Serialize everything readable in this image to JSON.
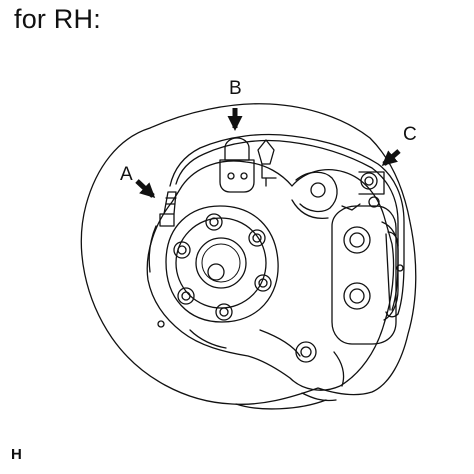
{
  "heading": "for RH:",
  "footer_code": "H",
  "callouts": {
    "a": "A",
    "b": "B",
    "c": "C"
  },
  "colors": {
    "ink": "#111111",
    "background": "#ffffff"
  }
}
